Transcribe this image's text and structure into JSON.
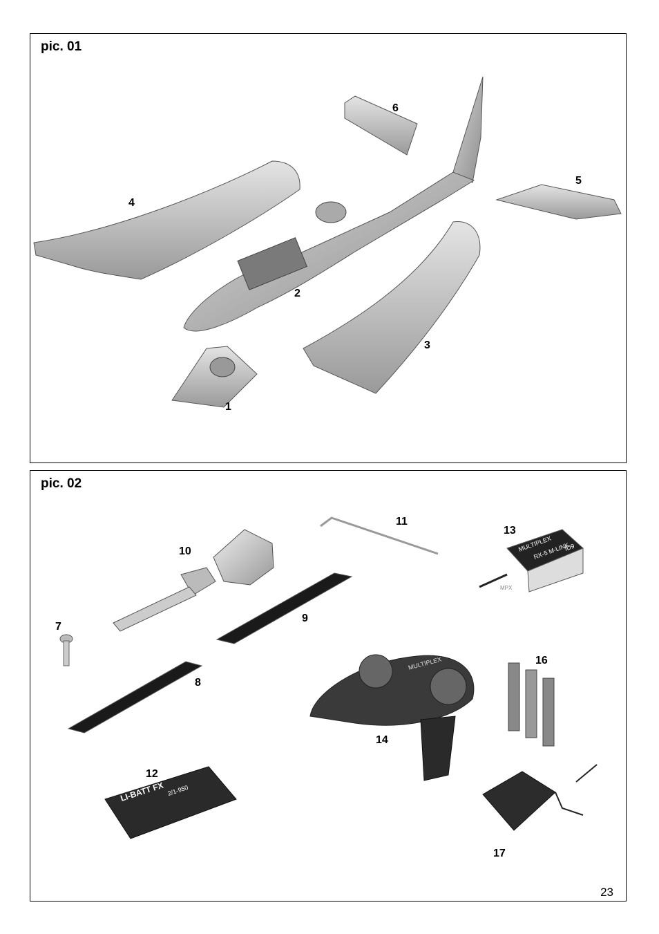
{
  "panel1": {
    "title": "pic. 01",
    "labels": {
      "l1": "1",
      "l2": "2",
      "l3": "3",
      "l4": "4",
      "l5": "5",
      "l6": "6"
    }
  },
  "panel2": {
    "title": "pic. 02",
    "labels": {
      "l7": "7",
      "l8": "8",
      "l9": "9",
      "l10": "10",
      "l11": "11",
      "l12": "12",
      "l13": "13",
      "l14": "14",
      "l16": "16",
      "l17": "17"
    },
    "receiver_logo": "MULTIPLEX",
    "receiver_model": "RX-5 M-LINK",
    "receiver_id": "ID9",
    "mpx_mark": "MPX",
    "battery_brand": "LI-BATT FX",
    "battery_spec": "2/1-950",
    "transmitter_logo": "MULTIPLEX"
  },
  "page_number": "23"
}
